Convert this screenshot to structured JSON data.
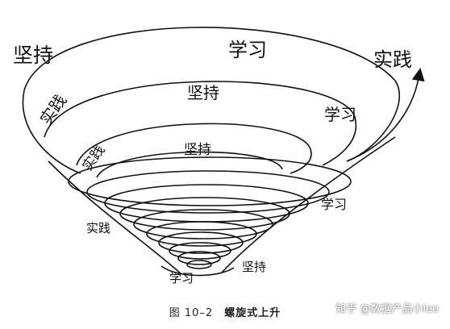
{
  "diagram": {
    "labels": {
      "outer_persist": "坚持",
      "outer_study": "学习",
      "outer_practice": "实践",
      "second_practice": "实践",
      "second_persist": "坚持",
      "second_study": "学习",
      "third_practice": "实践",
      "third_persist": "坚持",
      "lower_study": "学习",
      "lower_practice": "实践",
      "bottom_persist": "坚持",
      "bottom_study": "学习"
    }
  },
  "caption": {
    "figure_number": "图 10–2",
    "title": "螺旋式上升"
  },
  "watermark": "知乎 @数据产品小lee",
  "colors": {
    "stroke": "#111111",
    "background": "#ffffff"
  }
}
